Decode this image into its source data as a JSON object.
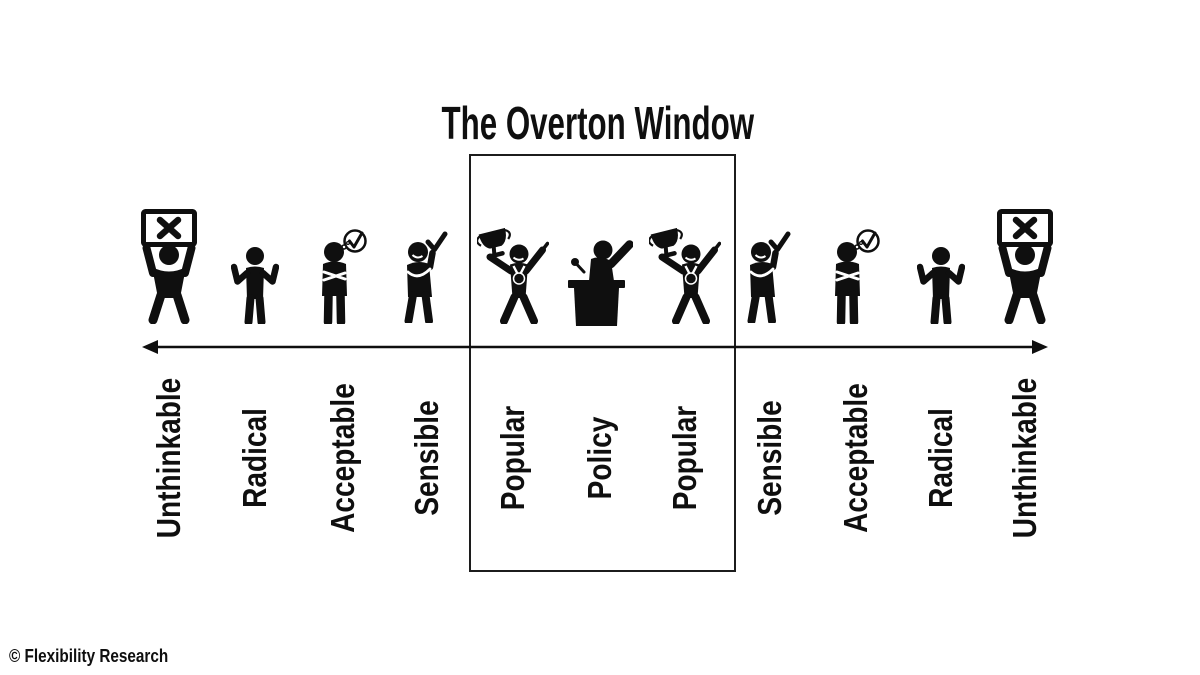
{
  "title": "The Overton Window",
  "watermark": "© Flexibility Research",
  "colors": {
    "ink": "#0f0f0f",
    "background": "#ffffff"
  },
  "axis": {
    "icon": "double-headed-arrow-icon",
    "orientation": "horizontal"
  },
  "window_box": {
    "encloses": [
      "Popular",
      "Policy",
      "Popular"
    ]
  },
  "figures": [
    {
      "label": "Unthinkable",
      "icon": "protest-sign-figure-icon"
    },
    {
      "label": "Radical",
      "icon": "shrugging-figure-icon"
    },
    {
      "label": "Acceptable",
      "icon": "thinking-check-figure-icon"
    },
    {
      "label": "Sensible",
      "icon": "raised-check-figure-icon"
    },
    {
      "label": "Popular",
      "icon": "trophy-winner-figure-icon"
    },
    {
      "label": "Policy",
      "icon": "podium-speaker-figure-icon"
    },
    {
      "label": "Popular",
      "icon": "trophy-winner-figure-icon"
    },
    {
      "label": "Sensible",
      "icon": "raised-check-figure-icon"
    },
    {
      "label": "Acceptable",
      "icon": "thinking-check-figure-icon"
    },
    {
      "label": "Radical",
      "icon": "shrugging-figure-icon"
    },
    {
      "label": "Unthinkable",
      "icon": "protest-sign-figure-icon"
    }
  ]
}
